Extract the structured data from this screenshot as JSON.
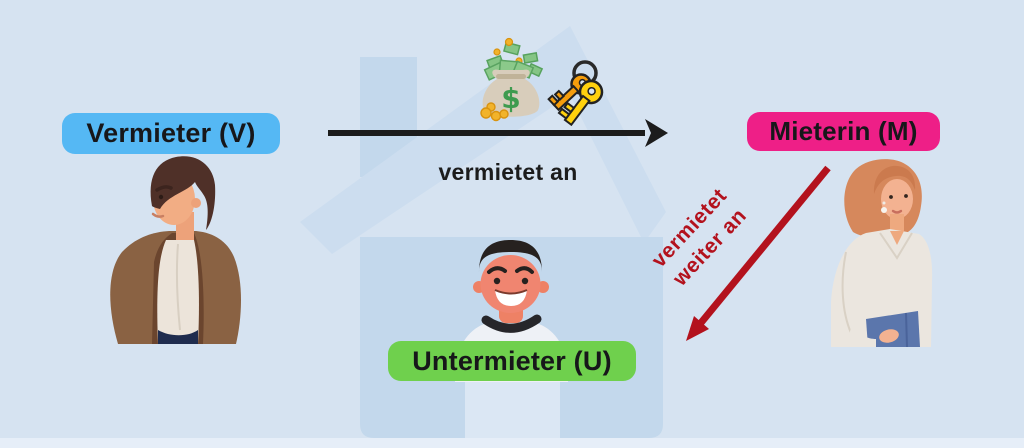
{
  "diagram": {
    "nodes": [
      {
        "id": "vermieter",
        "label": "Vermieter (V)",
        "badge_color": "#55b8f4"
      },
      {
        "id": "mieterin",
        "label": "Mieterin (M)",
        "badge_color": "#ee1f87"
      },
      {
        "id": "untermieter",
        "label": "Untermieter (U)",
        "badge_color": "#6fd04d"
      }
    ],
    "edges": [
      {
        "from": "Vermieter (V)",
        "to": "Mieterin (M)",
        "label": "vermietet an",
        "color": "#1c1c1c",
        "direction": "left-to-right"
      },
      {
        "from": "Mieterin (M)",
        "to": "Untermieter (U)",
        "label": "vermietet weiter an",
        "label_lines": [
          "vermietet",
          "weiter an"
        ],
        "color": "#b3121d",
        "direction": "diagonal-down-left"
      }
    ],
    "icons": [
      {
        "name": "money-bag-icon",
        "depicts": "money bag with dollar sign, banknotes and gold coins"
      },
      {
        "name": "keys-icon",
        "depicts": "two keys on a key ring"
      }
    ],
    "illustrations": [
      "landlord man with brown jacket (left)",
      "tenant woman with orange hair holding blue folder (right)",
      "smiling subtenant man in white shirt standing in house door (center)",
      "light blue house with chimney and roof in background"
    ]
  },
  "colors": {
    "background": "#d6e3f1",
    "house": "#c3d8ec",
    "roof": "#ccddef",
    "door": "#dbe7f4",
    "baseline-strip": "#e6eef8",
    "node-v": "#55b8f4",
    "node-m": "#ee1f87",
    "node-u": "#6fd04d",
    "edge-black": "#1c1c1c",
    "edge-red": "#b3121d",
    "label-text": "#17171a"
  }
}
